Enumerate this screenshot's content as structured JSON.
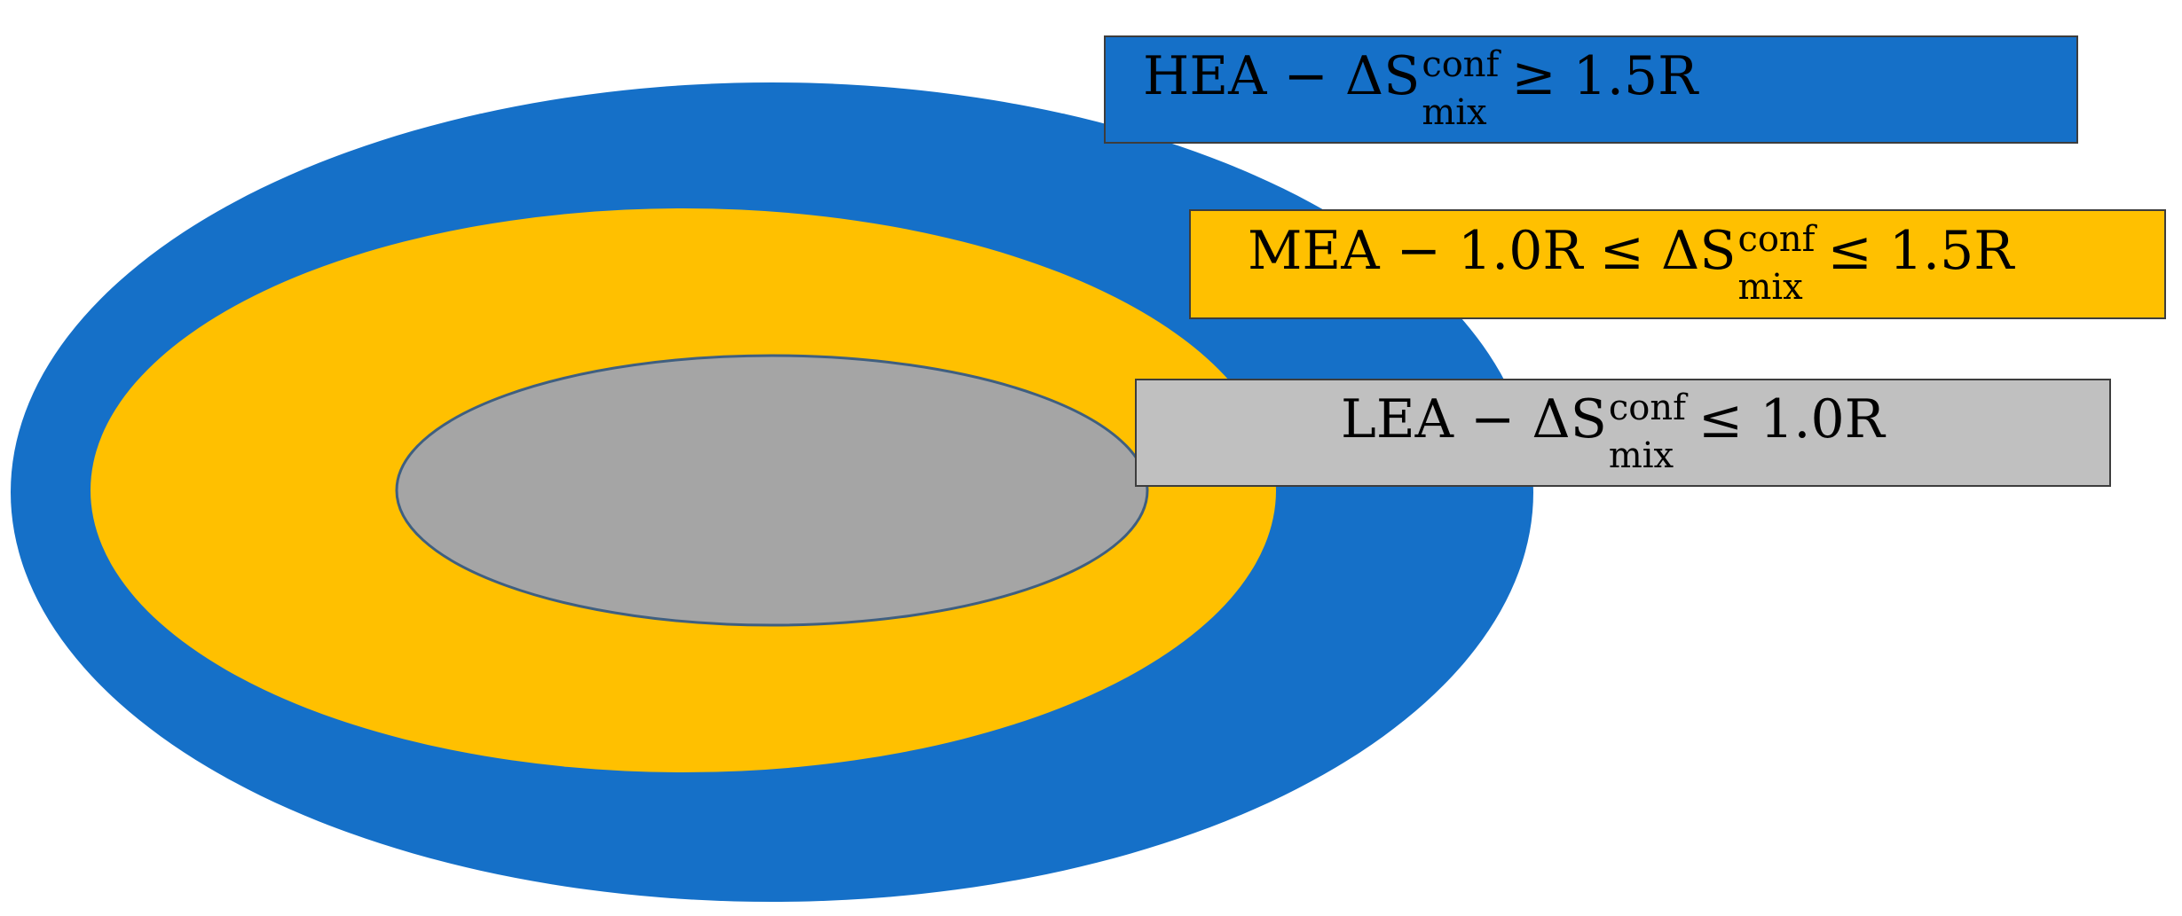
{
  "colors": {
    "hea": "#1570c8",
    "mea": "#ffc000",
    "lea_core": "#a5a5a5",
    "lea_box": "#c0c0c0",
    "outline": "#3f5f80"
  },
  "labels": {
    "hea": {
      "prefix": "HEA − ΔS",
      "sup": "conf",
      "sub": "mix",
      "suffix": "≥ 1.5R"
    },
    "mea": {
      "prefix": "MEA − 1.0R ≤ ΔS",
      "sup": "conf",
      "sub": "mix",
      "suffix": "≤ 1.5R"
    },
    "lea": {
      "prefix": "LEA − ΔS",
      "sup": "conf",
      "sub": "mix",
      "suffix": "≤ 1.0R"
    }
  }
}
